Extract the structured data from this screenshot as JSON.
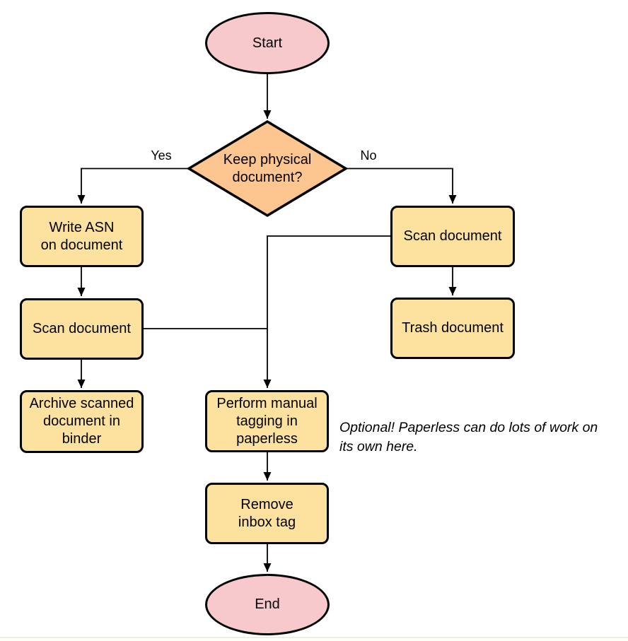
{
  "diagram": {
    "nodes": {
      "start": "Start",
      "decision": "Keep physical\ndocument?",
      "write_asn": "Write ASN\non document",
      "scan_left": "Scan document",
      "archive": "Archive scanned\ndocument in\nbinder",
      "scan_right": "Scan document",
      "trash": "Trash document",
      "tagging": "Perform manual\ntagging in\npaperless",
      "remove_inbox": "Remove\ninbox tag",
      "end": "End"
    },
    "edge_labels": {
      "yes": "Yes",
      "no": "No"
    },
    "annotation": "Optional! Paperless can do lots of work on\nits own here.",
    "colors": {
      "terminal_fill": "#F7C9CC",
      "decision_fill": "#FDC58F",
      "process_fill": "#FCE29E",
      "stroke": "#000000"
    }
  }
}
